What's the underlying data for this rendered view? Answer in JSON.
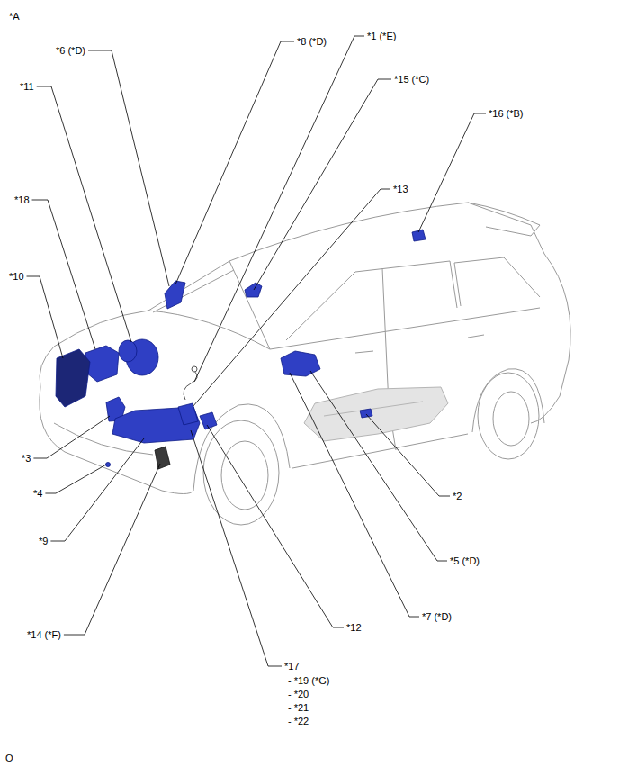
{
  "diagram": {
    "labels": [
      "*A",
      "*6 (*D)",
      "*8 (*D)",
      "*1 (*E)",
      "*11",
      "*15 (*C)",
      "*16 (*B)",
      "*13",
      "*18",
      "*10",
      "*3",
      "*4",
      "*2",
      "*9",
      "*5 (*D)",
      "*12",
      "*7 (*D)",
      "*14 (*F)",
      "*17",
      "- *19 (*G)",
      "- *20",
      "- *21",
      "- *22",
      "O"
    ]
  }
}
